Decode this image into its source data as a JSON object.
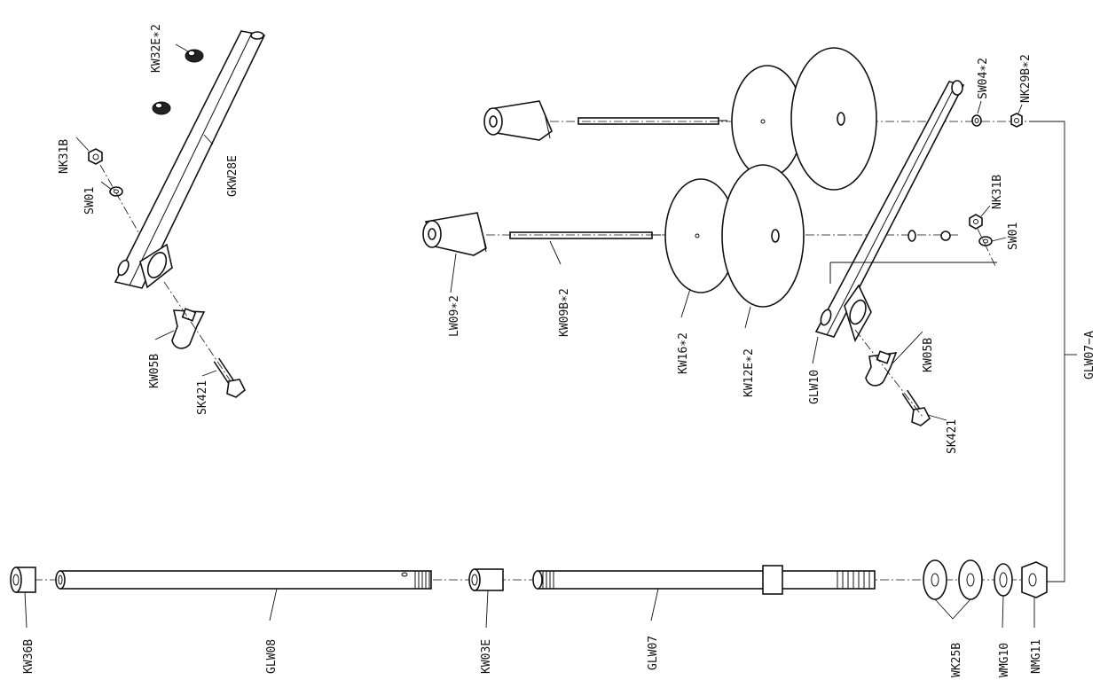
{
  "labels": {
    "kw32e": "KW32E∗2",
    "nk31b_left": "NK31B",
    "sw01_left": "SW01",
    "gkw28e": "GKW28E",
    "kw05b_left": "KW05B",
    "sk421_left": "SK421",
    "sw04": "SW04∗2",
    "nk29b": "NK29B∗2",
    "nk31b_right": "NK31B",
    "sw01_right": "SW01",
    "lw09": "LW09∗2",
    "kw09b": "KW09B∗2",
    "kw16": "KW16∗2",
    "kw12e": "KW12E∗2",
    "glw10": "GLW10",
    "kw05b_right": "KW05B",
    "sk421_right": "SK421",
    "glw07a": "GLW07−A",
    "kw36b": "KW36B",
    "glw08": "GLW08",
    "kw03e": "KW03E",
    "glw07": "GLW07",
    "wk25b": "WK25B",
    "wmg10": "WMG10",
    "nmg11": "NMG11"
  }
}
